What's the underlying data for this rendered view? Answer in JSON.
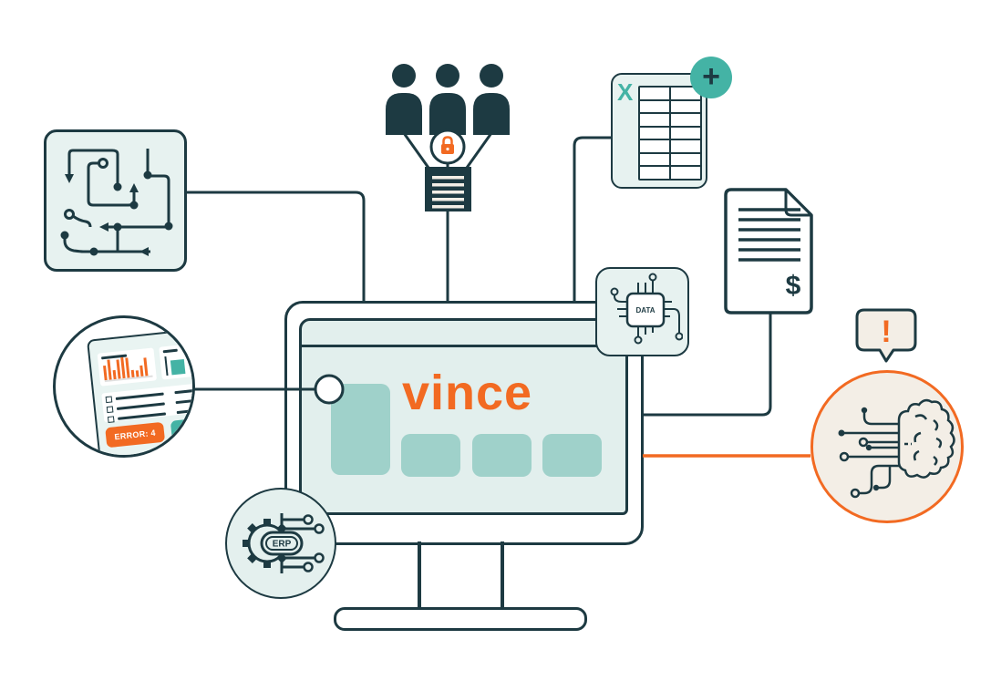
{
  "colors": {
    "dark": "#1d3a42",
    "orange": "#f26a22",
    "teal": "#44b3a5",
    "teal_mid": "#9fd1ca",
    "teal_light": "#e7f2f0",
    "cream": "#f3eee6",
    "white": "#ffffff"
  },
  "monitor": {
    "logo": "vince"
  },
  "icons": {
    "maze": {
      "name": "workflow-maze"
    },
    "team": {
      "members": 3
    },
    "secure_document": {
      "lines": 5
    },
    "spreadsheet": {
      "letter": "X",
      "plus": "+",
      "rows": 7,
      "cols": 2
    },
    "invoice": {
      "currency": "$",
      "lines": 6
    },
    "data_chip": {
      "label": "DATA"
    },
    "alert_bubble": {
      "mark": "!"
    },
    "erp": {
      "label": "ERP"
    },
    "dashboard_magnifier": {
      "error_badge": "ERROR: 4",
      "bar_heights": [
        16,
        22,
        10,
        21,
        23,
        22,
        8,
        7,
        12,
        20
      ],
      "list_rows": 3
    }
  }
}
